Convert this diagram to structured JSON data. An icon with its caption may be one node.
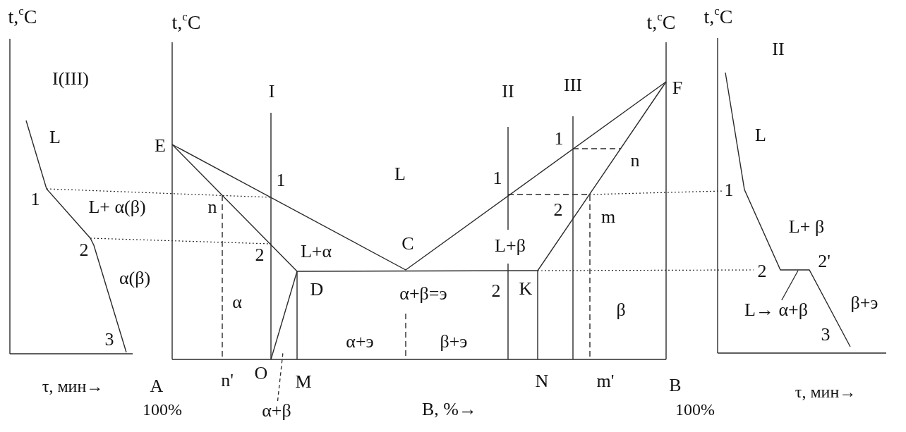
{
  "diagram": {
    "nodes": [
      {
        "text": [
          "L→ α+β"
        ]
      },
      {
        "text": [
          "α+β"
        ]
      }
    ],
    "edges": [
      {
        "from": 0,
        "to": null,
        "arrow": "none"
      },
      {
        "from": 1,
        "to": null,
        "arrow": "none",
        "style": "dashed"
      }
    ],
    "labels": [
      "t,$^{c}$C",
      "t,$^{c}$C",
      "t,$^{c}$C",
      "t,$^{c}$C",
      "II",
      "I(III)",
      "I",
      "II",
      "III",
      "F",
      "L",
      "E",
      "1",
      "L",
      "1",
      "L",
      "1",
      "n",
      "1",
      "L+ α(β)",
      "n",
      "2",
      "m",
      "1",
      "2",
      "2",
      "L+α",
      "C",
      "L+β",
      "L+ β",
      "α(β)",
      "2",
      "2'",
      "α",
      "D",
      "α+β=э",
      "2",
      "K",
      "β",
      "β+э",
      "3",
      "α+э",
      "β+э",
      "3",
      "τ, мин→",
      "A",
      "n'",
      "O",
      "M",
      "N",
      "m'",
      "B",
      "τ, мин→",
      "100%",
      "B, %→",
      "100%"
    ]
  }
}
